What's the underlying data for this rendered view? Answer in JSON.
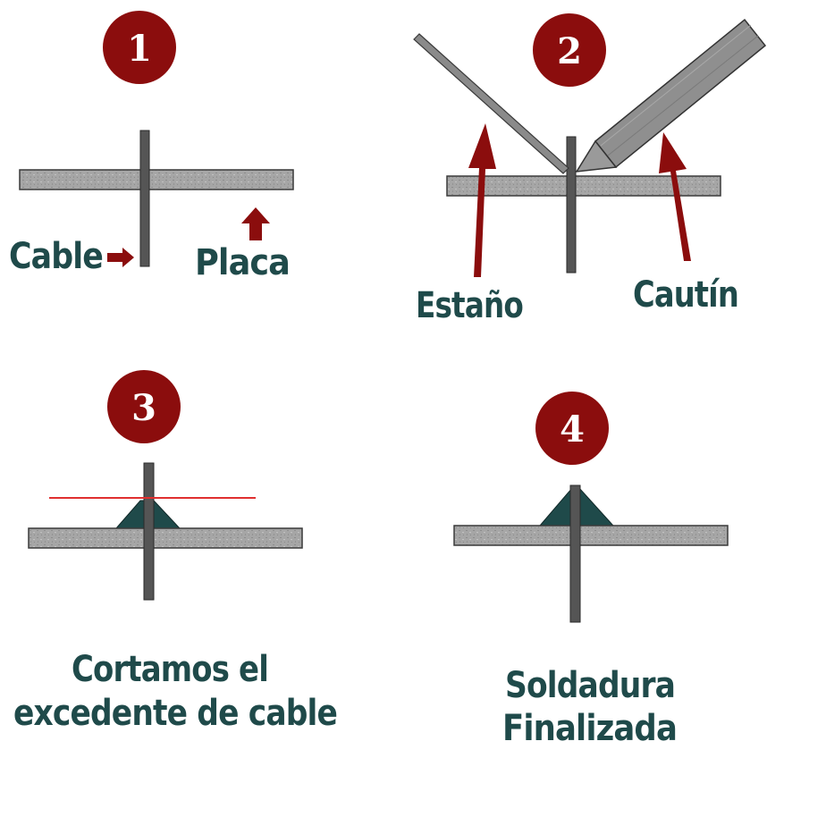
{
  "colors": {
    "badge": "#8b0d0d",
    "arrow": "#8b0d0d",
    "text": "#1f4a4a",
    "plate": "#a4a4a4",
    "wire": "#555555",
    "solder": "#1f4a4a",
    "cut_line": "#e03030",
    "iron": "#8f8f8f"
  },
  "steps": [
    {
      "number": "1",
      "labels": {
        "cable": "Cable",
        "placa": "Placa"
      }
    },
    {
      "number": "2",
      "labels": {
        "estano": "Estaño",
        "cautin": "Cautín"
      }
    },
    {
      "number": "3",
      "caption_line1": "Cortamos el",
      "caption_line2": "excedente de cable"
    },
    {
      "number": "4",
      "caption_line1": "Soldadura",
      "caption_line2": "Finalizada"
    }
  ]
}
